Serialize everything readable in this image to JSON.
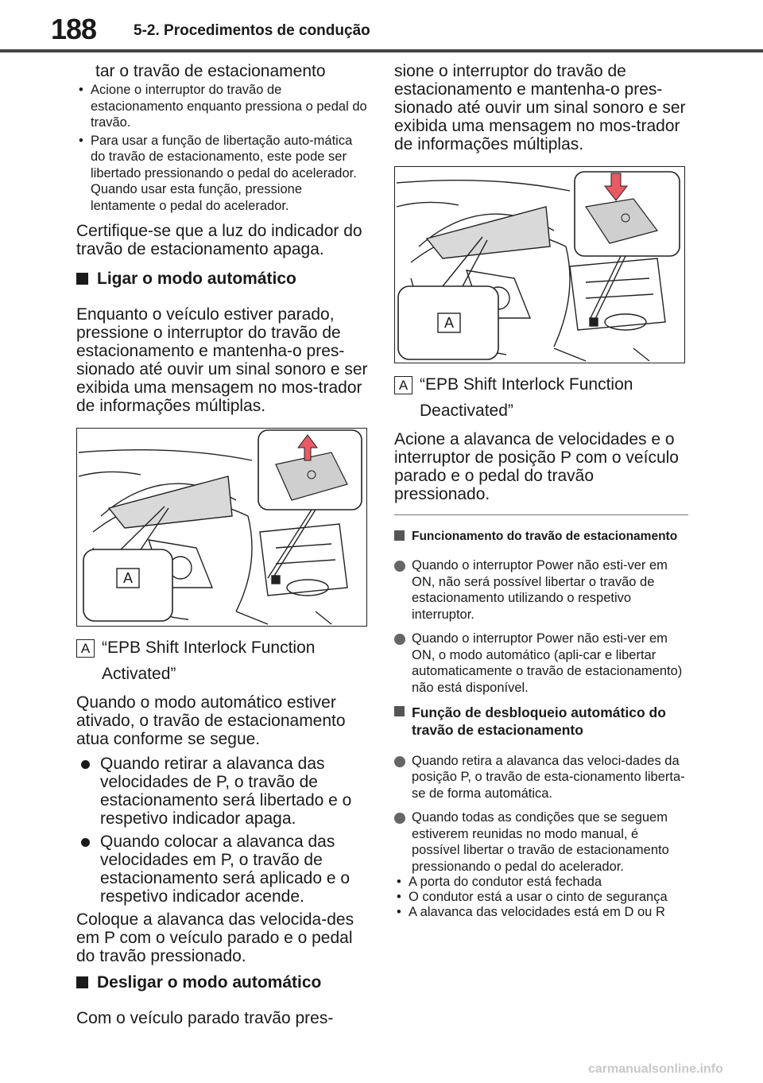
{
  "header": {
    "page_number": "188",
    "section": "5-2. Procedimentos de condução"
  },
  "left": {
    "intro": "tar o travão de estacionamento",
    "bullets": [
      "Acione o interruptor do travão de estacionamento enquanto pressiona o pedal do travão.",
      "Para usar a função de libertação auto-mática do travão de estacionamento, este pode ser libertado pressionando o pedal do acelerador. Quando usar esta função, pressione lentamente o pedal do acelerador."
    ],
    "check": "Certifique-se que a luz do indicador do travão de estacionamento apaga.",
    "h_on": "Ligar o modo automático",
    "p_on": "Enquanto o veículo estiver parado, pressione o interruptor do travão de estacionamento e mantenha-o pres-sionado até ouvir um sinal sonoro e ser exibida uma mensagem no mos-trador de informações múltiplas.",
    "figure_label": "A",
    "caption_letter": "A",
    "caption": "“EPB Shift Interlock Function Activated”",
    "p_auto": "Quando o modo automático estiver ativado, o travão de estacionamento atua conforme se segue.",
    "dots": [
      "Quando retirar a alavanca das velocidades de P, o travão de estacionamento será libertado e o respetivo indicador apaga.",
      "Quando colocar a alavanca das velocidades em P, o travão de estacionamento será aplicado e o respetivo indicador acende."
    ],
    "p_place": "Coloque a alavanca das velocida-des em P com o veículo parado e o pedal do travão pressionado.",
    "h_off": "Desligar o modo automático",
    "p_off_start": "Com o veículo parado travão pres-"
  },
  "right": {
    "p_off_cont": "sione o interruptor do travão de estacionamento e mantenha-o pres-sionado até ouvir um sinal sonoro e ser exibida uma mensagem no mos-trador de informações múltiplas.",
    "figure_label": "A",
    "caption_letter": "A",
    "caption": "“EPB Shift Interlock Function Deactivated”",
    "p_lever": "Acione a alavanca de velocidades e o interruptor de posição P com o veículo parado e o pedal do travão pressionado.",
    "h_func": "Funcionamento do travão de estacionamento",
    "func_items": [
      "Quando o interruptor Power não esti-ver em ON, não será possível libertar o travão de estacionamento utilizando o respetivo interruptor.",
      "Quando o interruptor Power não esti-ver em ON, o modo automático (apli-car e libertar automaticamente o travão de estacionamento) não está disponível."
    ],
    "h_release": "Função de desbloqueio automático do travão de estacionamento",
    "release_items": [
      "Quando retira a alavanca das veloci-dades da posição P, o travão de esta-cionamento liberta-se de forma automática.",
      "Quando todas as condições que se seguem estiverem reunidas no modo manual, é possível libertar o travão de estacionamento pressionando o pedal do acelerador."
    ],
    "conditions": [
      "A porta do condutor está fechada",
      "O condutor está a usar o cinto de segurança",
      "A alavanca das velocidades está em D ou R"
    ]
  },
  "footer": "carmanualsonline.info"
}
